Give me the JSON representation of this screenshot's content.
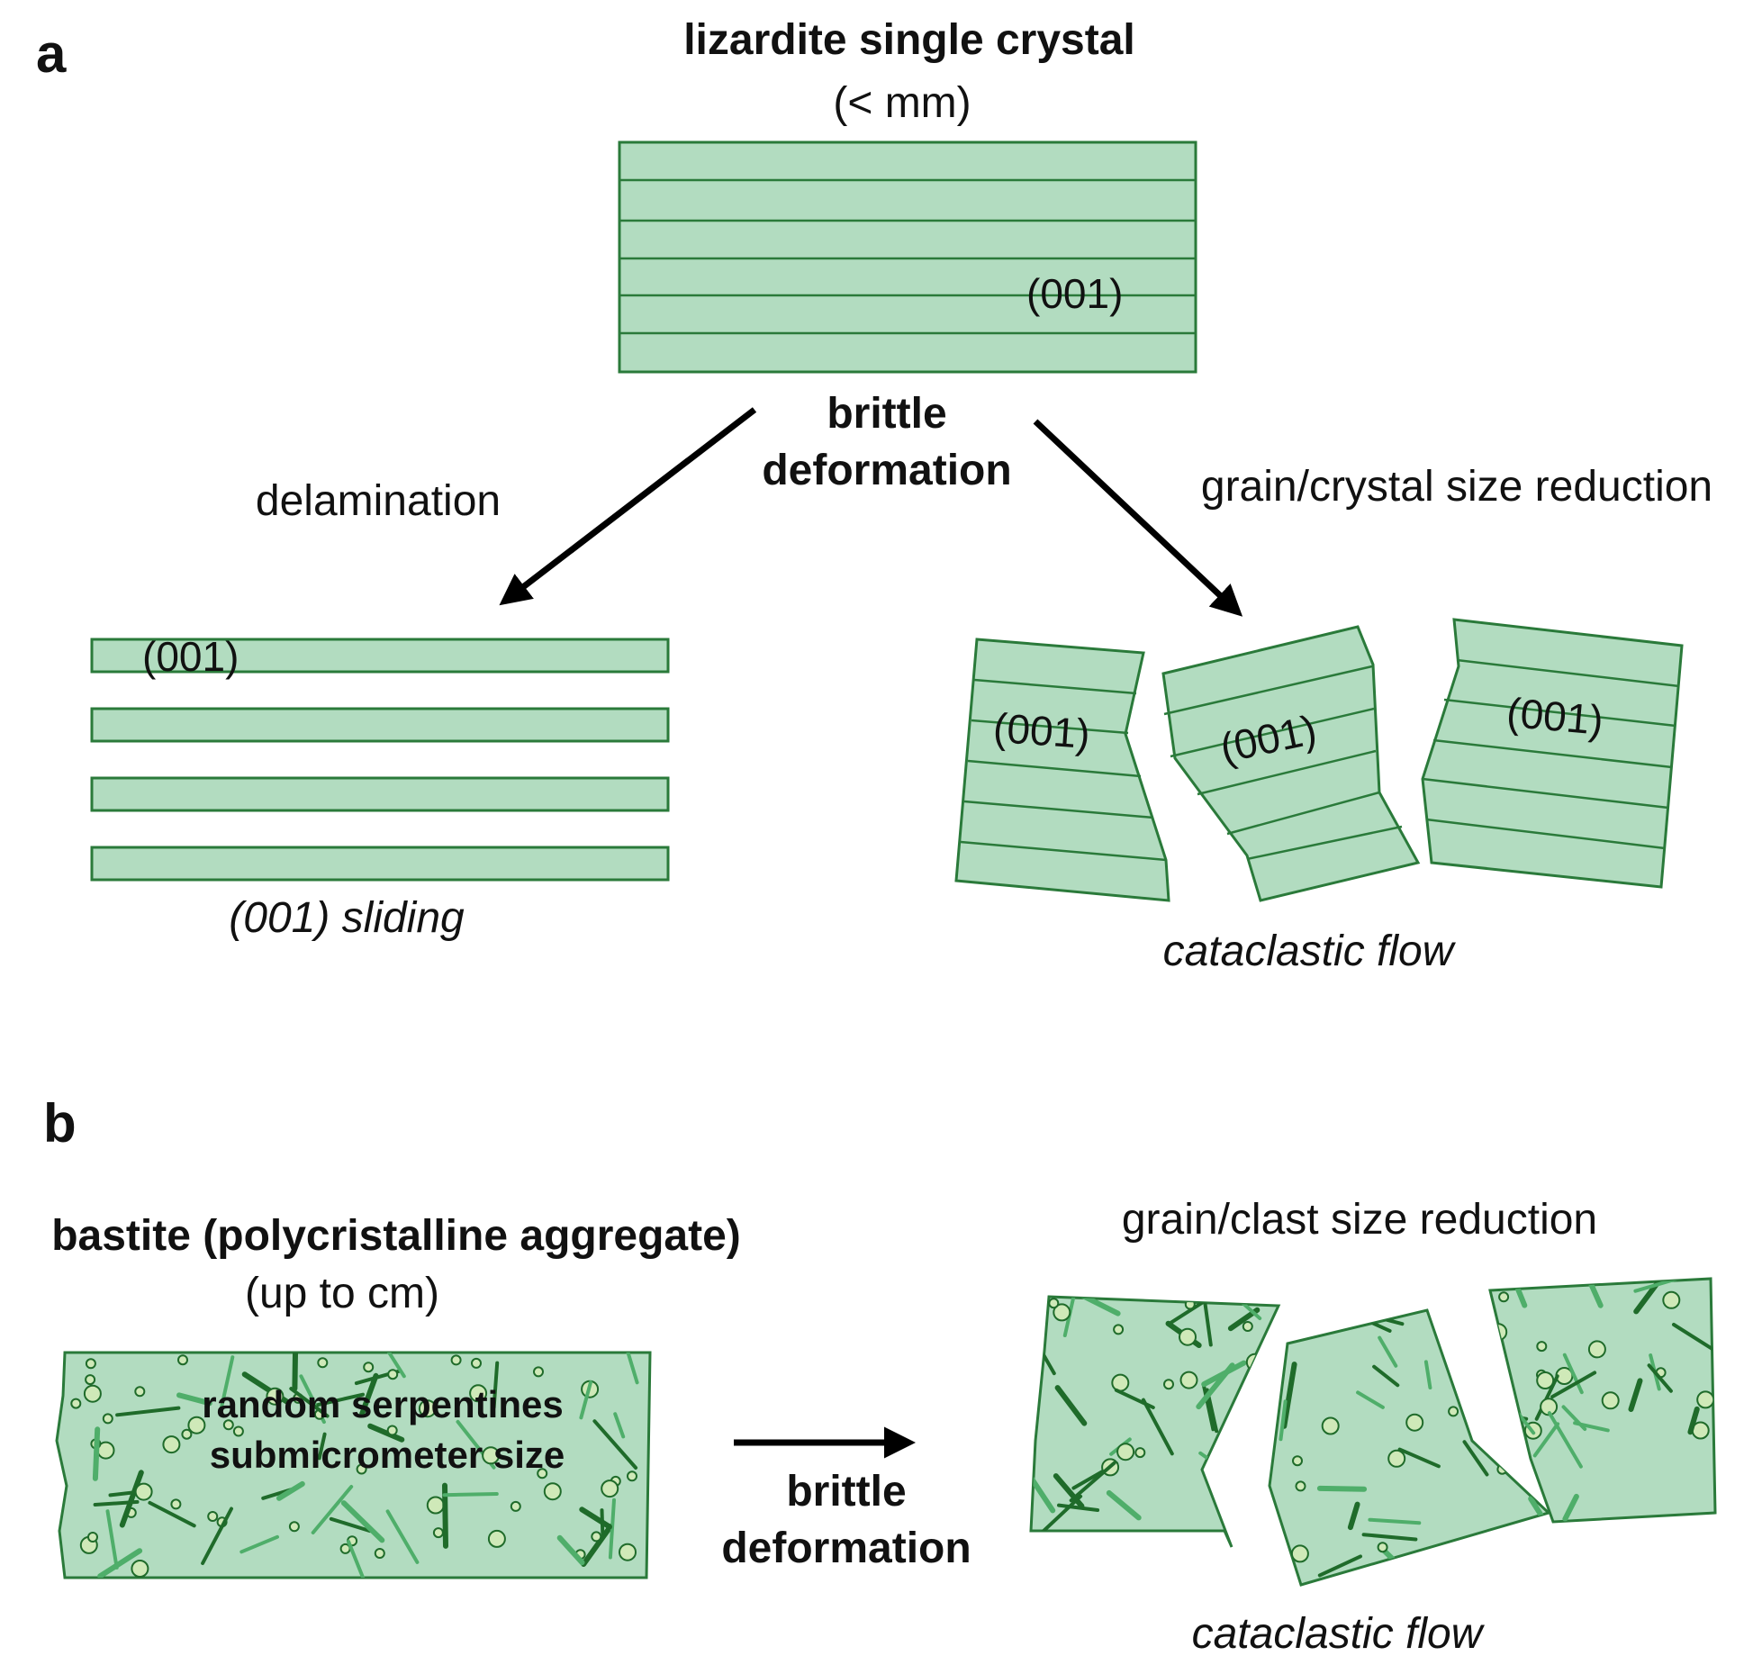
{
  "colors": {
    "fill": "#b2dcc0",
    "stroke": "#2a7a3a",
    "accent": "#8b1a1a",
    "inclusion": "#1f6b2a",
    "arrow": "#000000"
  },
  "panel_a": {
    "label": "a",
    "title": "lizardite single crystal",
    "subtitle": "(< mm)",
    "plane_label": "(001)",
    "process_line1": "brittle",
    "process_line2": "deformation",
    "left_path_label": "delamination",
    "right_path_label": "grain/crystal size reduction",
    "left_plane_label": "(001)",
    "left_caption": "(001) sliding",
    "fragment_labels": [
      "(001)",
      "(001)",
      "(001)"
    ],
    "right_caption": "cataclastic flow"
  },
  "panel_b": {
    "label": "b",
    "title": "bastite (polycristalline aggregate)",
    "subtitle": "(up to cm)",
    "inner_line1": "random serpentines",
    "inner_line2": "submicrometer size",
    "process_line1": "brittle",
    "process_line2": "deformation",
    "right_label": "grain/clast size reduction",
    "right_caption": "cataclastic flow"
  }
}
